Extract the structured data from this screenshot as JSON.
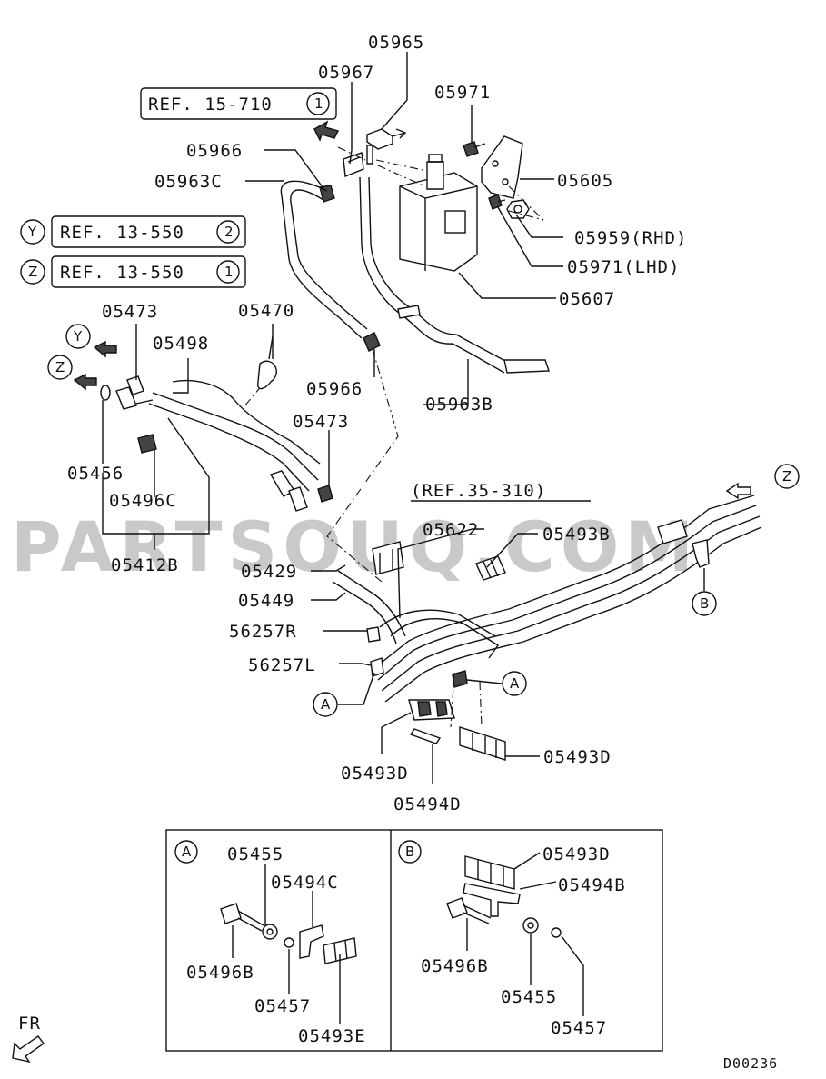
{
  "watermark": "PARTSOUQ.COM",
  "drawing_code": "D00236",
  "front_indicator": "FR",
  "refs": {
    "ref_15_710": {
      "text": "REF. 15-710",
      "circle": "1"
    },
    "ref_13_550_y": {
      "marker": "Y",
      "text": "REF. 13-550",
      "circle": "2"
    },
    "ref_13_550_z": {
      "marker": "Z",
      "text": "REF. 13-550",
      "circle": "1"
    },
    "ref_35_310": "(REF.35-310)"
  },
  "markers": {
    "y": "Y",
    "z": "Z",
    "a": "A",
    "b": "B"
  },
  "parts": {
    "p05965": "05965",
    "p05967": "05967",
    "p05971": "05971",
    "p05966_top": "05966",
    "p05605": "05605",
    "p05963c": "05963C",
    "p05959": "05959(RHD)",
    "p05971_lhd": "05971(LHD)",
    "p05607": "05607",
    "p05473_top": "05473",
    "p05470": "05470",
    "p05498": "05498",
    "p05966_mid": "05966",
    "p05963b": "05963B",
    "p05473_mid": "05473",
    "p05456": "05456",
    "p05496c": "05496C",
    "p05412b": "05412B",
    "p05622": "05622",
    "p05493b": "05493B",
    "p05429": "05429",
    "p05449": "05449",
    "p56257r": "56257R",
    "p56257l": "56257L",
    "p05493d_left": "05493D",
    "p05494d": "05494D",
    "p05493d_right": "05493D"
  },
  "detail_a": {
    "marker": "A",
    "p05455": "05455",
    "p05494c": "05494C",
    "p05496b": "05496B",
    "p05457": "05457",
    "p05493e": "05493E"
  },
  "detail_b": {
    "marker": "B",
    "p05493d": "05493D",
    "p05494b": "05494B",
    "p05496b": "05496B",
    "p05455": "05455",
    "p05457": "05457"
  }
}
